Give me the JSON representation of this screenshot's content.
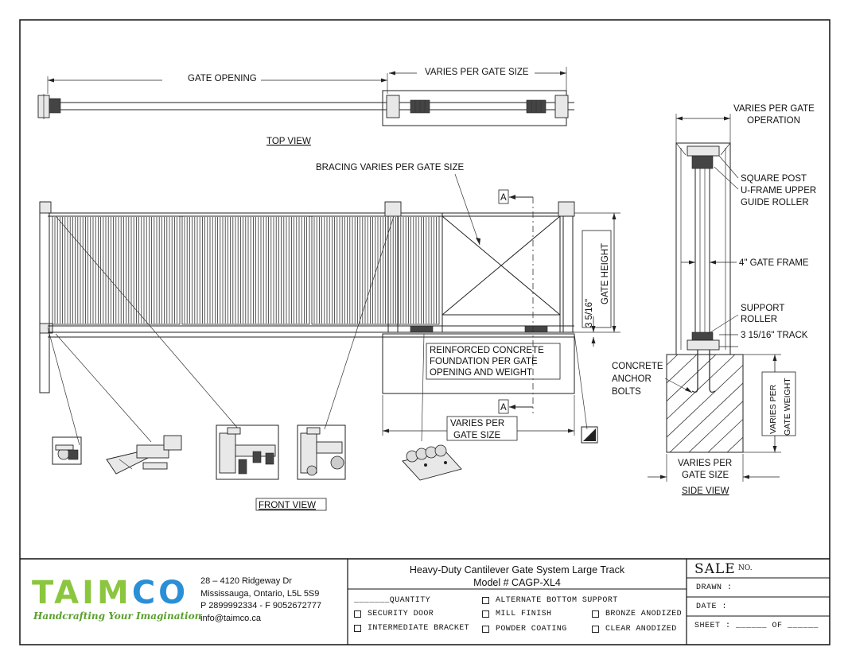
{
  "views": {
    "top_view": "TOP VIEW",
    "front_view": "FRONT VIEW",
    "side_view": "SIDE VIEW"
  },
  "labels": {
    "gate_opening": "GATE OPENING",
    "varies_per_gate_size": "VARIES PER GATE SIZE",
    "bracing": "BRACING VARIES PER GATE SIZE",
    "section_a": "A",
    "gate_height": "GATE HEIGHT",
    "dim_3_5_16": "3 5/16\"",
    "foundation_l1": "REINFORCED CONCRETE",
    "foundation_l2": "FOUNDATION PER GATE",
    "foundation_l3": "OPENING AND WEIGHT",
    "varies_per_l1": "VARIES PER",
    "gate_size": "GATE SIZE",
    "varies_gate_op_l1": "VARIES PER GATE",
    "varies_gate_op_l2": "OPERATION",
    "square_post": "SQUARE POST",
    "u_frame_l1": "U-FRAME UPPER",
    "u_frame_l2": "GUIDE ROLLER",
    "gate_frame": "4\" GATE FRAME",
    "support_l1": "SUPPORT",
    "support_l2": "ROLLER",
    "track": "3 15/16\" TRACK",
    "concrete_l1": "CONCRETE",
    "concrete_l2": "ANCHOR",
    "concrete_l3": "BOLTS",
    "varies_weight_l1": "VARIES PER",
    "varies_weight_l2": "GATE WEIGHT",
    "side_varies_l1": "VARIES PER",
    "side_varies_l2": "GATE SIZE"
  },
  "title_block": {
    "logo_part1": "TAIM",
    "logo_part2": "CO",
    "tagline": "Handcrafting Your Imagination",
    "address": [
      "28 – 4120 Ridgeway Dr",
      "Mississauga, Ontario, L5L 5S9",
      "P 2899992334 - F 9052672777",
      "info@taimco.ca"
    ],
    "project_title": "Heavy-Duty Cantilever Gate System Large Track",
    "model": "Model # CAGP-XL4",
    "quantity": "_______QUANTITY",
    "options": {
      "security_door": "SECURITY DOOR",
      "intermediate_bracket": "INTERMEDIATE BRACKET",
      "alternate_bottom_support": "ALTERNATE BOTTOM SUPPORT",
      "mill_finish": "MILL FINISH",
      "powder_coating": "POWDER COATING",
      "bronze_anodized": "BRONZE ANODIZED",
      "clear_anodized": "CLEAR ANODIZED"
    },
    "sale": "SALE",
    "sale_no": "NO.",
    "drawn": "DRAWN :",
    "date": "DATE :",
    "sheet": "SHEET : ______ OF ______"
  }
}
